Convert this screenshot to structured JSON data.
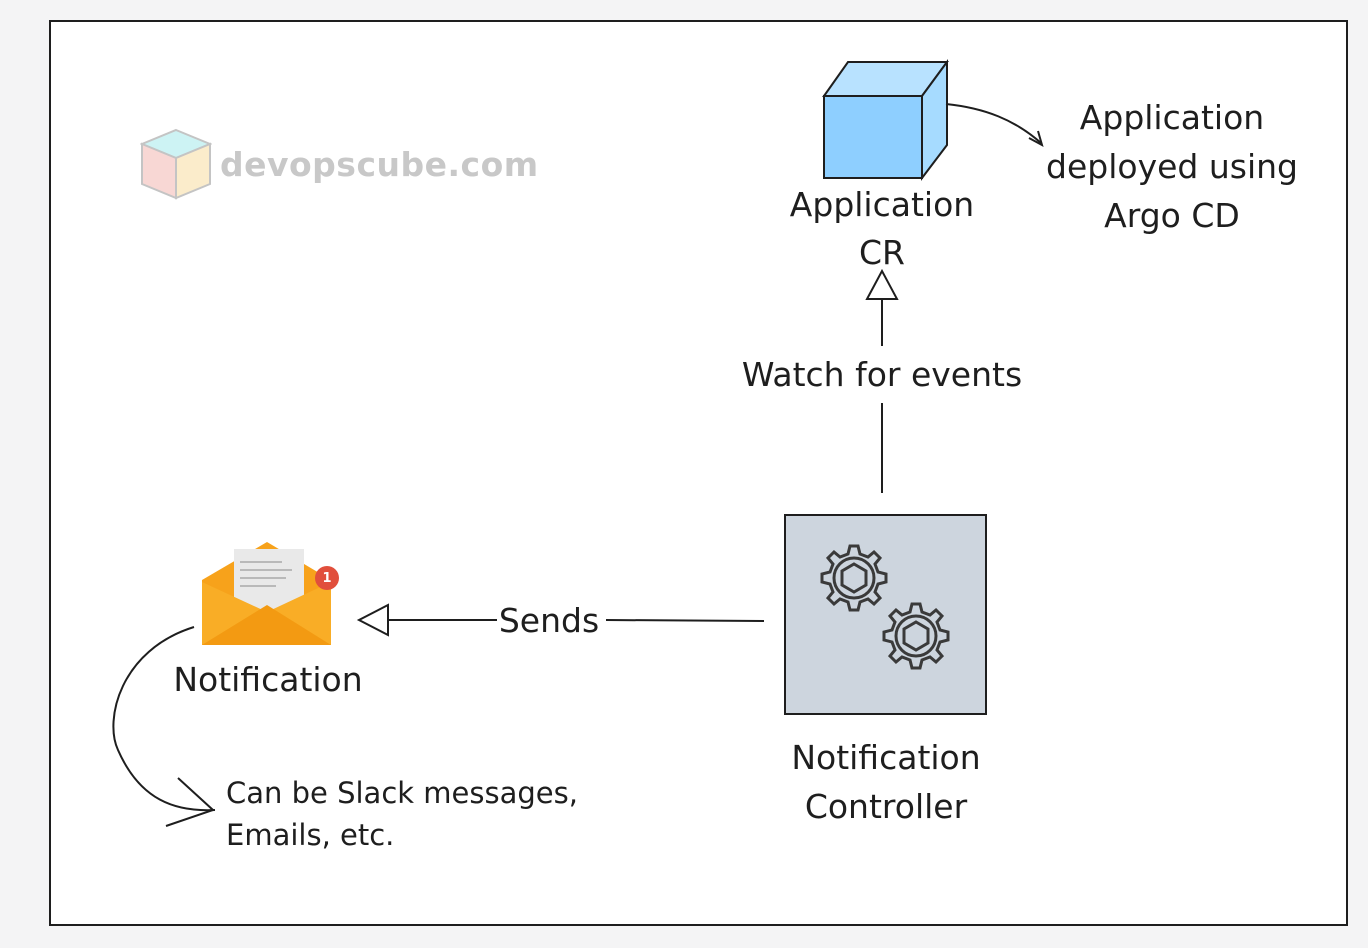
{
  "watermark": {
    "text": "devopscube.com"
  },
  "nodes": {
    "application_cr": {
      "line1": "Application",
      "line2": "CR"
    },
    "deployed_note": {
      "line1": "Application",
      "line2": "deployed using",
      "line3": "Argo CD"
    },
    "controller": {
      "line1": "Notification",
      "line2": "Controller"
    },
    "notification": {
      "label": "Notification",
      "badge_count": "1"
    },
    "channels_note": {
      "line1": "Can be Slack messages,",
      "line2": "Emails, etc."
    }
  },
  "edges": {
    "watch": {
      "label": "Watch for events"
    },
    "sends": {
      "label": "Sends"
    }
  },
  "colors": {
    "cube_front": "#8ecfff",
    "cube_side": "#a6dbff",
    "controller_fill": "#cdd5de",
    "envelope": "#f7a21b",
    "badge": "#e14f3c",
    "stroke": "#1e1e1e"
  }
}
